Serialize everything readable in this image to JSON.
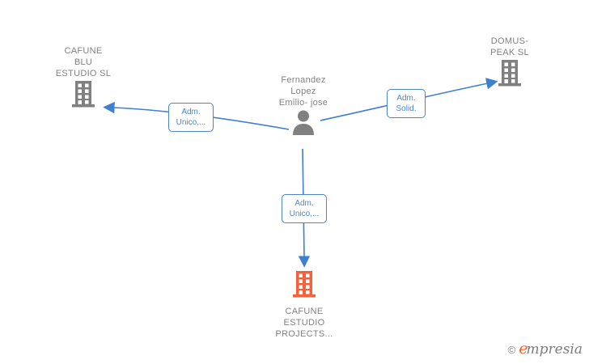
{
  "graph": {
    "background_color": "#ffffff",
    "node_gray": "#808080",
    "node_orange": "#f4613a",
    "edge_color": "#4a86c8",
    "nodes": [
      {
        "id": "cafune-blu-estudio",
        "label": "CAFUNE\nBLU\nESTUDIO  SL",
        "icon": "company-building-icon",
        "type": "company",
        "color": "#808080"
      },
      {
        "id": "domus-peak",
        "label": "DOMUS-\nPEAK SL",
        "icon": "company-building-icon",
        "type": "company",
        "color": "#808080"
      },
      {
        "id": "fernandez-lopez-emilio-jose",
        "label": "Fernandez\nLopez\nEmilio- jose",
        "icon": "person-icon",
        "type": "person",
        "color": "#808080"
      },
      {
        "id": "cafune-estudio-projects",
        "label": "CAFUNE\nESTUDIO\nPROJECTS...",
        "icon": "company-building-icon",
        "type": "company",
        "color": "#f4613a"
      }
    ],
    "edges": [
      {
        "id": "edge-to-cafune-blu",
        "from": "fernandez-lopez-emilio-jose",
        "to": "cafune-blu-estudio",
        "label": "Adm.\nUnico,..."
      },
      {
        "id": "edge-to-domus-peak",
        "from": "fernandez-lopez-emilio-jose",
        "to": "domus-peak",
        "label": "Adm.\nSolid."
      },
      {
        "id": "edge-to-cafune-estudio-projects",
        "from": "fernandez-lopez-emilio-jose",
        "to": "cafune-estudio-projects",
        "label": "Adm.\nUnico,..."
      }
    ]
  },
  "watermark": {
    "copyright": "©",
    "brand_initial": "e",
    "brand_rest": "mpresia"
  }
}
